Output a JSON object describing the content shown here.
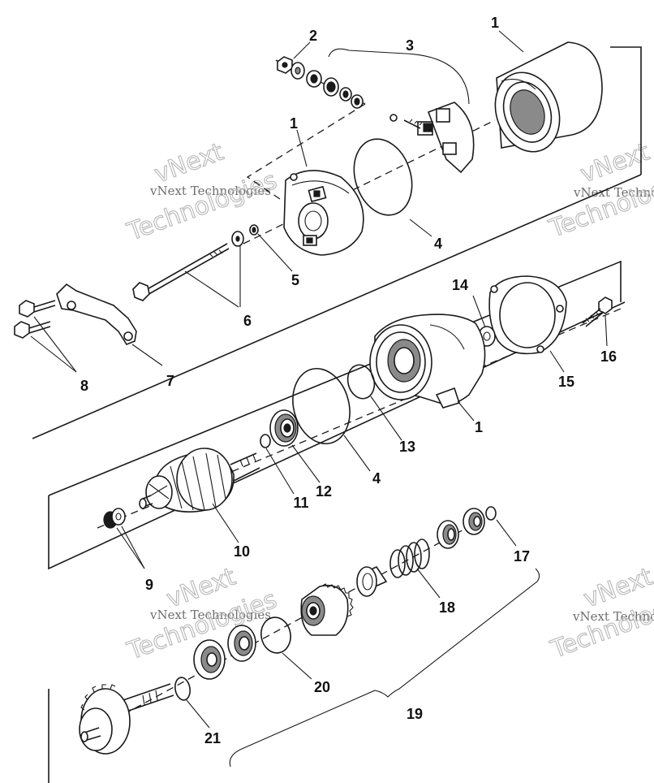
{
  "callouts": {
    "c1a": "1",
    "c1b": "1",
    "c1c": "1",
    "c2": "2",
    "c3": "3",
    "c4a": "4",
    "c4b": "4",
    "c5": "5",
    "c6": "6",
    "c7": "7",
    "c8": "8",
    "c9": "9",
    "c10": "10",
    "c11": "11",
    "c12": "12",
    "c13": "13",
    "c14": "14",
    "c15": "15",
    "c16": "16",
    "c17": "17",
    "c18": "18",
    "c19": "19",
    "c20": "20",
    "c21": "21"
  },
  "watermark": {
    "company_line": "vNext Technologies",
    "word_a": "vNext",
    "word_b": "Technologies"
  }
}
